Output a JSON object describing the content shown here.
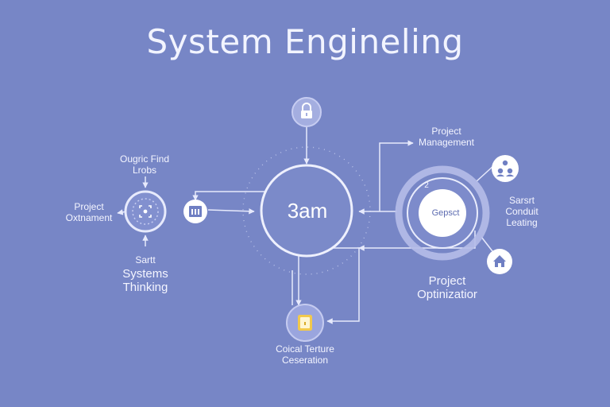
{
  "title": "System Engineling",
  "hub": {
    "label": "3am"
  },
  "inner_node": {
    "label": "Gepsct"
  },
  "labels": {
    "top_left": [
      "Ougric Find",
      "Lrobs"
    ],
    "left": [
      "Project",
      "Oxtnament"
    ],
    "bottom_left_small": "Sartt",
    "bottom_left_main": [
      "Systems",
      "Thinking"
    ],
    "top_right": [
      "Project",
      "Management"
    ],
    "right": [
      "Sarsrt",
      "Conduit",
      "Leating"
    ],
    "right_bottom": [
      "Project",
      "Optinizatior"
    ],
    "bottom": [
      "Coical Terture",
      "Ceseration"
    ]
  },
  "connector_marks": {
    "two": "2"
  },
  "icons": {
    "top": "lock-icon",
    "left": "focus-icon",
    "left_mid": "building-icon",
    "right_top": "people-icon",
    "right_bottom": "home-icon",
    "bottom": "document-icon"
  },
  "colors": {
    "background": "#7786c6",
    "line": "#dfe3fb",
    "node_fill": "#ffffff",
    "accent_yellow": "#f2c94c"
  }
}
